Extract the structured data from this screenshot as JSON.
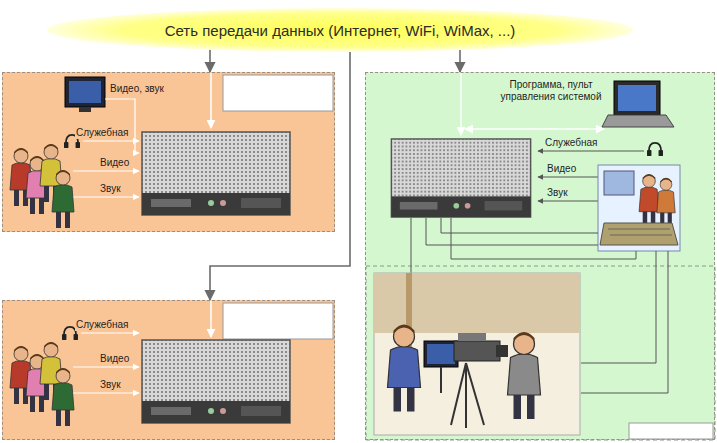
{
  "diagram": {
    "nodes": [
      {
        "text": [
          "Сеть передачи данных (Интернет, WiFi, WiMax, ...)"
        ]
      },
      {
        "text": [
          "Видео, звук",
          "Служебная",
          "Видео",
          "Звук"
        ]
      },
      {
        "text": [
          "Служебная",
          "Видео",
          "Звук"
        ]
      },
      {
        "text": [
          "Программа, пульт управления системой",
          "Служебная",
          "Видео",
          "Звук"
        ]
      }
    ],
    "edges": [
      {
        "from": 0,
        "to": 1,
        "arrow": "to"
      },
      {
        "from": 0,
        "to": 2,
        "arrow": "to"
      },
      {
        "from": 0,
        "to": 3,
        "arrow": "to"
      }
    ]
  }
}
